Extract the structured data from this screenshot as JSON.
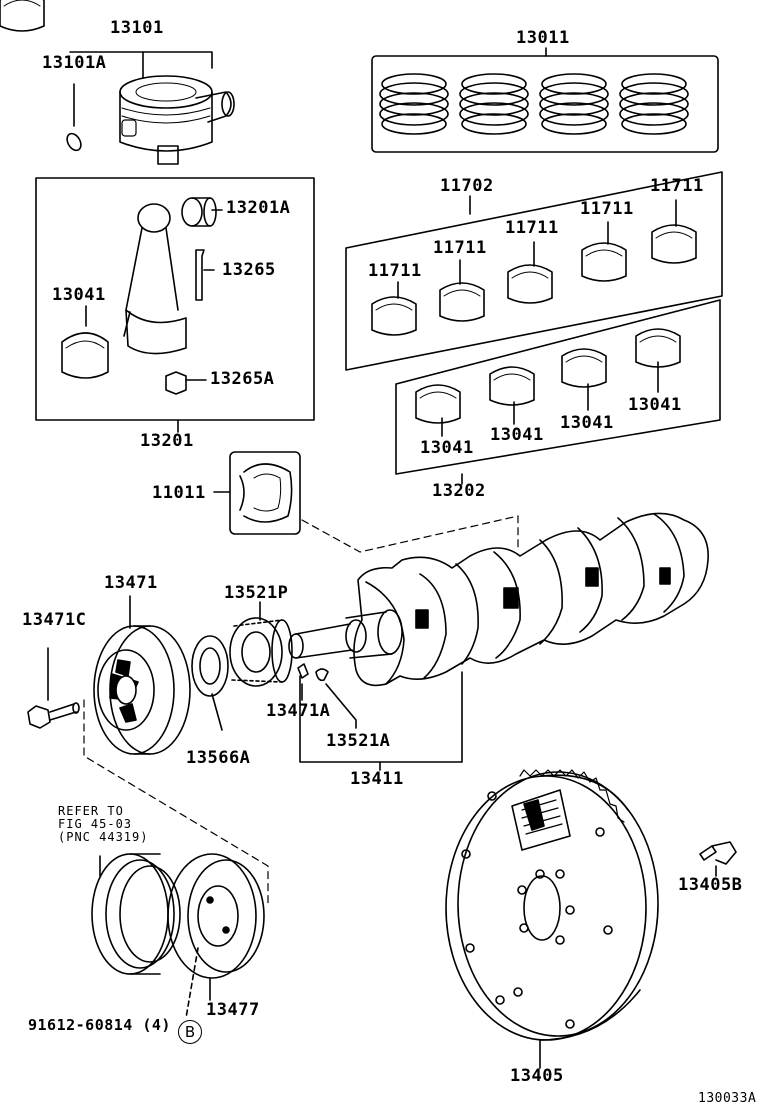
{
  "diagram_id": "130033A",
  "parts": {
    "p13101": "13101",
    "p13101A": "13101A",
    "p13011": "13011",
    "p13201A": "13201A",
    "p13265": "13265",
    "p13041_rod": "13041",
    "p13265A": "13265A",
    "p13201": "13201",
    "p11702": "11702",
    "p11711_a": "11711",
    "p11711_b": "11711",
    "p11711_c": "11711",
    "p11711_d": "11711",
    "p11711_e": "11711",
    "p13041_a": "13041",
    "p13041_b": "13041",
    "p13041_c": "13041",
    "p13041_d": "13041",
    "p13202": "13202",
    "p11011": "11011",
    "p13471": "13471",
    "p13521P": "13521P",
    "p13471C": "13471C",
    "p13471A": "13471A",
    "p13521A": "13521A",
    "p13566A": "13566A",
    "p13411": "13411",
    "p13405B": "13405B",
    "p13477": "13477",
    "p91612": "91612-60814 (4)",
    "p13405": "13405"
  },
  "refer": {
    "line1": "REFER TO",
    "line2": "FIG 45-03",
    "line3": "(PNC 44319)"
  },
  "callout_b": "B"
}
